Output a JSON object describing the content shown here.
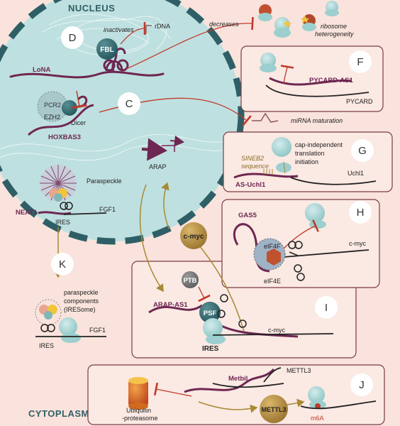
{
  "sections": {
    "nucleus": "NUCLEUS",
    "cytoplasm": "CYTOPLASM"
  },
  "panels": {
    "C": "C",
    "D": "D",
    "F": "F",
    "G": "G",
    "H": "H",
    "I": "I",
    "J": "J",
    "K": "K"
  },
  "labels": {
    "inactivates": "inactivates",
    "rdna": "rDNA",
    "decreases": "decreases",
    "ribosome_1": "ribosome",
    "ribosome_2": "heterogeneity",
    "fbl": "FBL",
    "lona": "LoNA",
    "pcr2": "PCR2",
    "ezh2": "EZH2",
    "dicer": "Dicer",
    "hoxbas3": "HOXBAS3",
    "mirna": "miRNA maturation",
    "pycard_as1": "PYCARD-AS1",
    "pycard": "PYCARD",
    "cap_1": "cap-independent",
    "cap_2": "translation",
    "cap_3": "initiation",
    "sineb2_1": "SINEB2",
    "sineb2_2": "sequence",
    "as_uchl1": "AS-Uchl1",
    "uchl1": "Uchl1",
    "arap": "ARAP",
    "paraspeckle": "Paraspeckle",
    "neat1": "NEAT1",
    "fgf1_nuc": "FGF1",
    "ires_nuc": "IRES",
    "gas5": "GAS5",
    "eif4f": "eIF4F",
    "eif4e": "eIF4E",
    "cmyc_h": "c-myc",
    "cmyc_ball": "c-myc",
    "ptb": "PTB",
    "arap_as1": "ARAP-AS1",
    "psf": "PSF",
    "ires_i": "IRES",
    "cmyc_i": "c-myc",
    "k_1": "paraspeckle",
    "k_2": "components",
    "k_3": "(IRESome)",
    "ires_k": "IRES",
    "fgf1_k": "FGF1",
    "metbil": "Metbil",
    "mettl3_top": "METTL3",
    "mettl3_ball": "METTL3",
    "m6a": "m6A",
    "ubq_1": "Ubiquitin",
    "ubq_2": "-proteasome"
  },
  "colors": {
    "background": "#f9e3dc",
    "nucleus_fill": "#bfe0e0",
    "nucleus_border": "#2f5f66",
    "rna": "#6e2752",
    "inhibit": "#c0392b",
    "arrow_gold": "#a88a35",
    "ribosome": "#9ccfcf",
    "cmyc_ball": "#b0893a"
  }
}
